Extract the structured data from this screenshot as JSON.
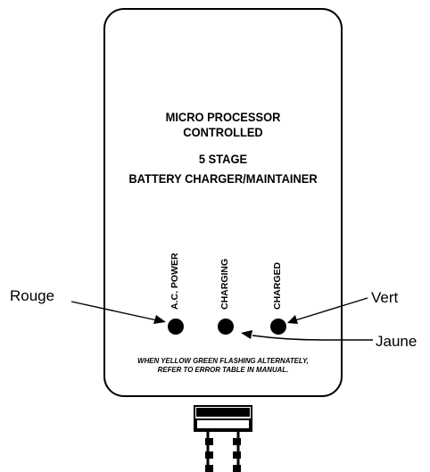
{
  "device": {
    "heading_line1": "MICRO PROCESSOR",
    "heading_line2": "CONTROLLED",
    "heading_line3": "5 STAGE",
    "heading_line4": "BATTERY CHARGER/MAINTAINER",
    "led_labels": [
      "A.C. POWER",
      "CHARGING",
      "CHARGED"
    ],
    "warning_line1": "WHEN YELLOW GREEN FLASHING ALTERNATELY,",
    "warning_line2": "REFER TO ERROR TABLE IN MANUAL."
  },
  "callouts": {
    "left": "Rouge",
    "right": "Vert",
    "bottom_right": "Jaune"
  },
  "colors": {
    "stroke": "#000000",
    "background": "#ffffff"
  }
}
